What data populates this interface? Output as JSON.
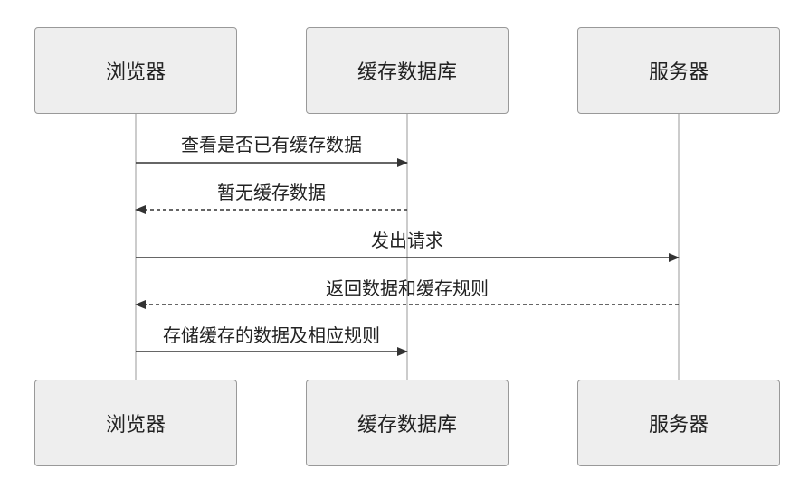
{
  "participants": [
    {
      "id": "browser",
      "label": "浏览器"
    },
    {
      "id": "cache",
      "label": "缓存数据库"
    },
    {
      "id": "server",
      "label": "服务器"
    }
  ],
  "messages": [
    {
      "from": "browser",
      "to": "cache",
      "label": "查看是否已有缓存数据",
      "style": "solid"
    },
    {
      "from": "cache",
      "to": "browser",
      "label": "暂无缓存数据",
      "style": "dashed"
    },
    {
      "from": "browser",
      "to": "server",
      "label": "发出请求",
      "style": "solid"
    },
    {
      "from": "server",
      "to": "browser",
      "label": "返回数据和缓存规则",
      "style": "dashed"
    },
    {
      "from": "browser",
      "to": "cache",
      "label": "存储缓存的数据及相应规则",
      "style": "solid"
    }
  ],
  "colors": {
    "lifeline": "#999999",
    "arrow": "#333333",
    "box_fill": "#eeeeee",
    "box_border": "#999999"
  }
}
